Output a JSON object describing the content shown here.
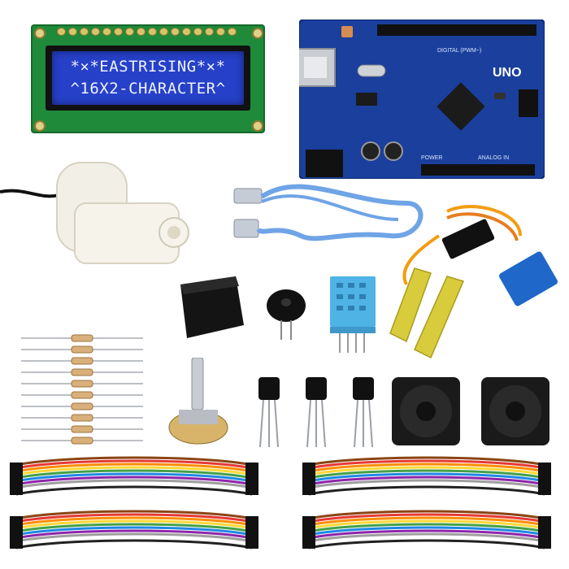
{
  "lcd": {
    "line1": "*×*EASTRISING*×*",
    "line2": "^16X2-CHARACTER^"
  },
  "arduino": {
    "model_label": "UNO",
    "header_label": "DIGITAL (PWM~)",
    "power_label": "POWER",
    "analog_label": "ANALOG IN"
  },
  "colors": {
    "lcd_pcb": "#1f8a3a",
    "lcd_screen": "#2640c8",
    "arduino_board": "#1a3f9c",
    "usb_cable": "#6fa4e6",
    "pump": "#f2f0e6",
    "relay": "#141414",
    "dht_sensor": "#4fb3e6",
    "fan": "#1a1a1a",
    "sensor_probe": "#d8cc3c",
    "wire_colors": [
      "#8b4513",
      "#e53935",
      "#fb8c00",
      "#fdd835",
      "#43a047",
      "#1e88e5",
      "#8e24aa",
      "#9e9e9e",
      "#ffffff",
      "#212121"
    ]
  },
  "components": [
    "lcd-16x2-module",
    "arduino-uno-board",
    "water-pump",
    "usb-cable",
    "soil-moisture-sensor",
    "relay-module",
    "buzzer",
    "dht11-sensor",
    "resistors",
    "potentiometer",
    "transistors",
    "cooling-fans",
    "jumper-wire-ribbons"
  ]
}
